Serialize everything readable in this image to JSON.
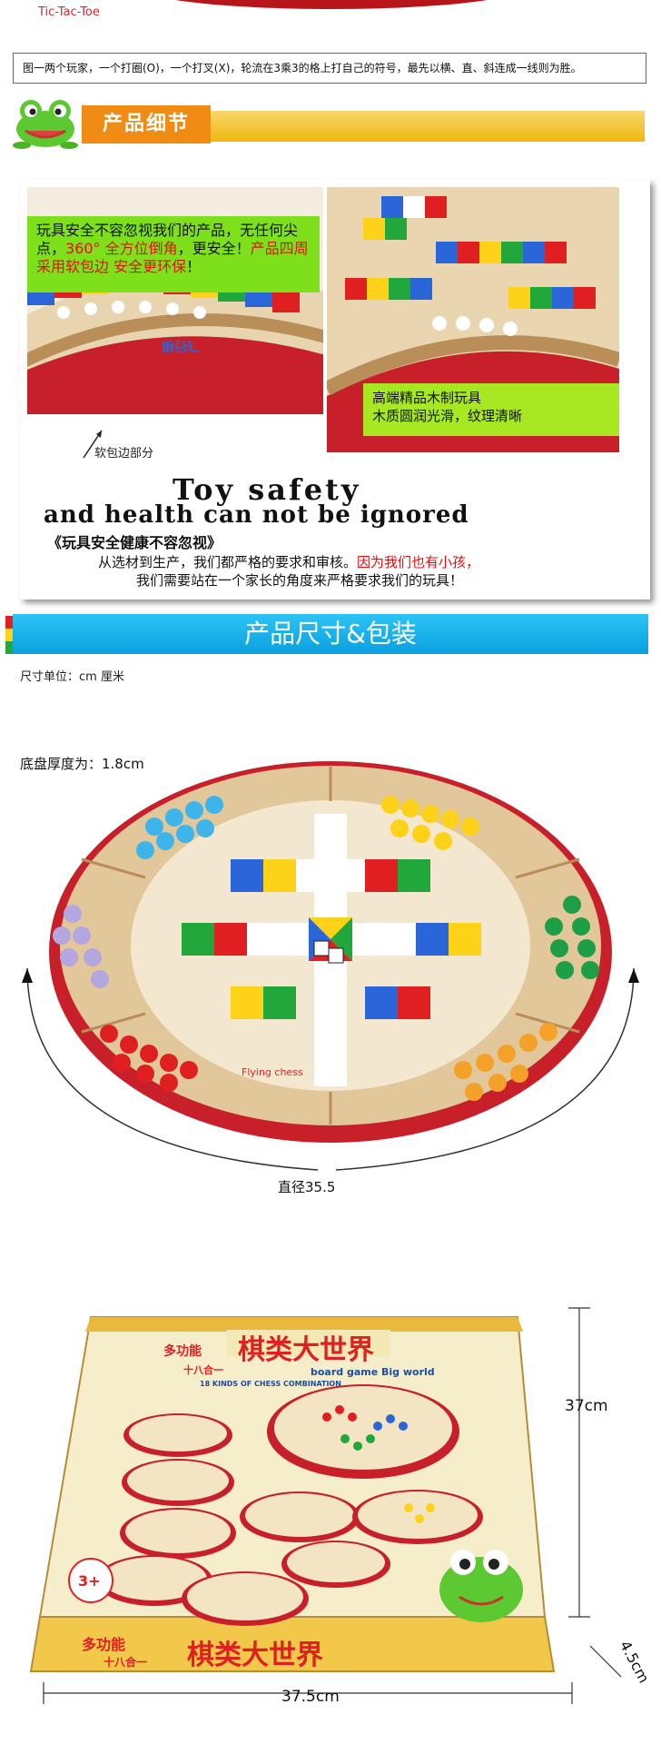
{
  "top": {
    "title": "Tic-Tac-Toe",
    "rule": "图一两个玩家，一个打圈(O)，一个打叉(X)，轮流在3乘3的格上打自己的符号，最先以横、直、斜连成一线则为胜。"
  },
  "details": {
    "header": "产品细节",
    "callout_1_a": "玩具安全不容忽视我们的产品，无任何尖点，",
    "callout_1_b": "360° 全方位倒角",
    "callout_1_c": "，更安全！",
    "callout_1_d": "产品四周采用软包边 安全更环保",
    "callout_1_e": "！",
    "callout_2_a": "高端精品木制玩具",
    "callout_2_b": "木质圆润光滑，纹理清晰",
    "soft_edge_label": "软包边部分",
    "toy_line_1": "Toy safety",
    "toy_line_2": "and health can not be ignored",
    "toy_line_3": "《玩具安全健康不容忽视》",
    "toy_line_4_a": "从选材到生产，我们都严格的要求和审核。",
    "toy_line_4_b": "因为我们也有小孩，",
    "toy_line_5": "我们需要站在一个家长的角度来严格要求我们的玩具！",
    "board_sign": "飞行棋"
  },
  "size": {
    "header": "产品尺寸&包装",
    "unit": "尺寸单位：cm 厘米",
    "thickness": "底盘厚度为：1.8cm",
    "diameter": "直径35.5",
    "board_label": "Flying chess",
    "box_height": "37cm",
    "box_width": "37.5cm",
    "box_depth": "4.5cm"
  },
  "box": {
    "title_cn": "棋类大世界",
    "multi": "多功能",
    "eighteen": "十八合一",
    "title_en": "board game Big world",
    "subtitle_en": "18 KINDS OF CHESS COMBINATION",
    "bottom_title": "棋类大世界",
    "bottom_multi": "多功能",
    "bottom_eighteen": "十八合一",
    "age": "3+"
  },
  "colors": {
    "accent_orange": "#f08c14",
    "accent_blue": "#0aa0e0",
    "board_red": "#c8202a",
    "green_callout": "#7ee01b"
  }
}
